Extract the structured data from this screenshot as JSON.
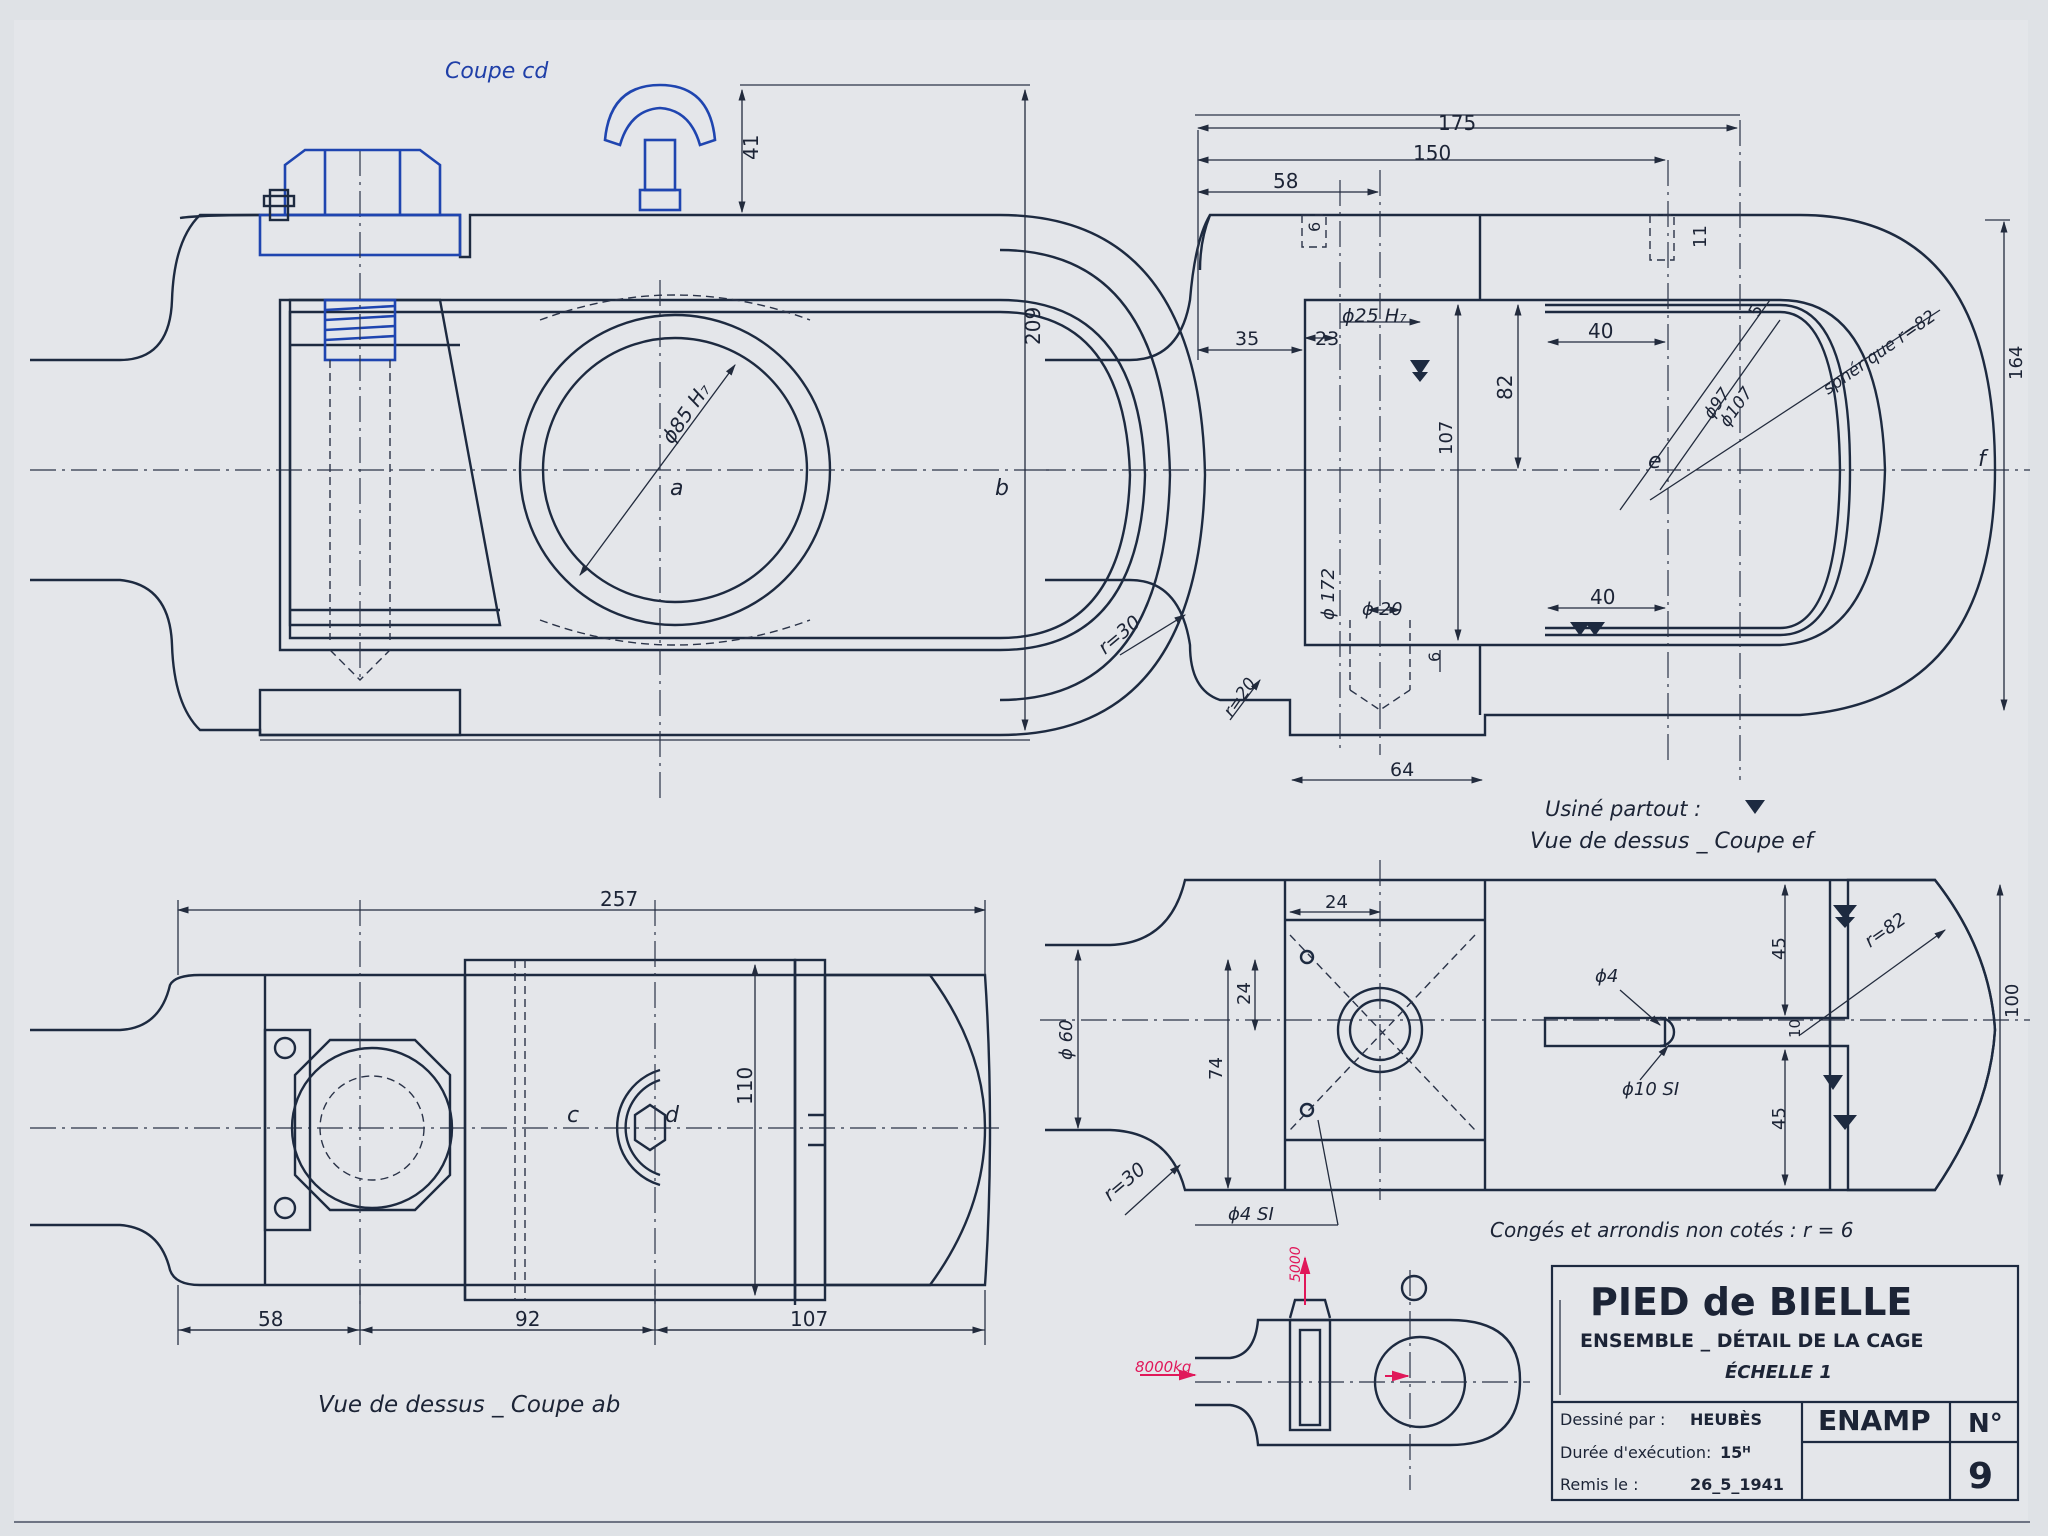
{
  "views": {
    "section_cd": "Coupe cd",
    "top_section_ab": "Vue de dessus _ Coupe ab",
    "top_section_ef": "Vue de dessus _ Coupe ef"
  },
  "labels": {
    "a": "a",
    "b": "b",
    "c": "c",
    "d": "d",
    "e": "e",
    "f": "f"
  },
  "dimensions": {
    "d41": "41",
    "d209": "209",
    "d85": "ϕ85 H₇",
    "d175": "175",
    "d150": "150",
    "d58top": "58",
    "d6a": "6",
    "d11": "11",
    "d35": "35",
    "d23": "23",
    "d25": "ϕ25 H₇",
    "d82": "82",
    "d107v": "107",
    "d40a": "40",
    "d40b": "40",
    "d5": "5",
    "d97": "ϕ97",
    "d107d": "ϕ107",
    "sph": "sphérique r=82",
    "d164": "164",
    "d172": "ϕ 172",
    "d20": "ϕ 20",
    "d6b": "6",
    "r30a": "r=30",
    "r20": "r=20",
    "d64": "64",
    "d257": "257",
    "d110": "110",
    "d58b": "58",
    "d92": "92",
    "d107b": "107",
    "d24a": "24",
    "d24b": "24",
    "d74": "74",
    "d60": "ϕ 60",
    "d4": "ϕ4",
    "d10si": "ϕ10 SI",
    "d4si": "ϕ4 SI",
    "d45a": "45",
    "d10": "10",
    "d45b": "45",
    "r82": "r=82",
    "d100": "100",
    "r30b": "r=30"
  },
  "notes": {
    "machined": "Usiné partout :",
    "fillets": "Congés et arrondis non cotés : r = 6"
  },
  "sketch_loads": {
    "vertical": "5000",
    "horizontal": "8000kg"
  },
  "title_block": {
    "title": "PIED de BIELLE",
    "subtitle": "ENSEMBLE _ DÉTAIL DE LA CAGE",
    "scale": "ÉCHELLE 1",
    "drawn_by_label": "Dessiné par :",
    "drawn_by": "HEUBÈS",
    "duration_label": "Durée d'exécution:",
    "duration": "15ᴴ",
    "date_label": "Remis le :",
    "date": "26_5_1941",
    "school": "ENAMP",
    "number_label": "N°",
    "number": "9"
  },
  "colors": {
    "ink": "#1d2a40",
    "blue_ink": "#1f45b0",
    "red_ink": "#e0185a",
    "paper": "#dfe2e6"
  }
}
